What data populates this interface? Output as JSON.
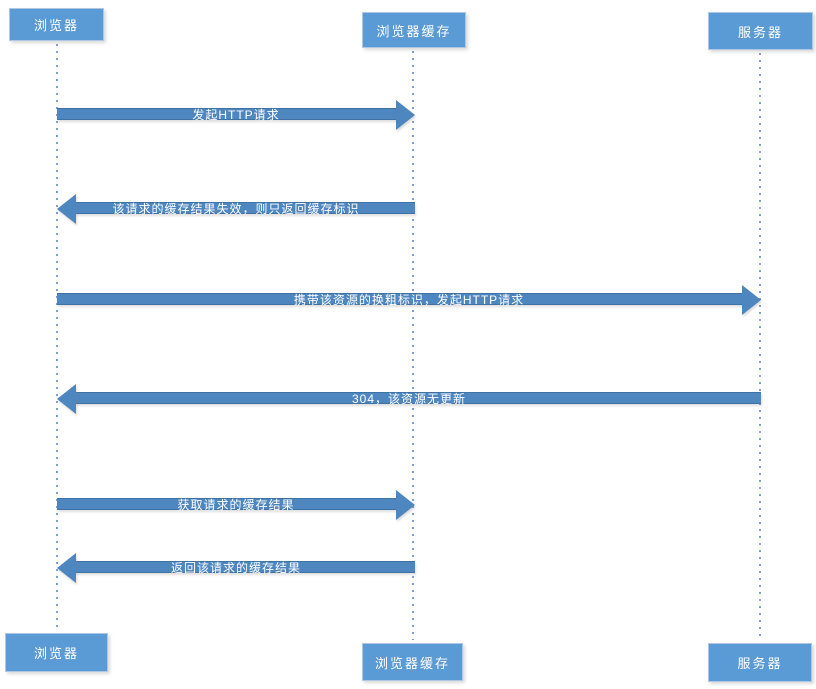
{
  "diagram": {
    "type": "sequence",
    "actors": [
      {
        "id": "browser",
        "label": "浏览器"
      },
      {
        "id": "browser-cache",
        "label": "浏览器缓存"
      },
      {
        "id": "server",
        "label": "服务器"
      }
    ],
    "messages": [
      {
        "from": "browser",
        "to": "browser-cache",
        "direction": "right",
        "label": "发起HTTP请求"
      },
      {
        "from": "browser-cache",
        "to": "browser",
        "direction": "left",
        "label": "该请求的缓存结果失效，则只返回缓存标识"
      },
      {
        "from": "browser",
        "to": "server",
        "direction": "right",
        "label": "携带该资源的换粗标识，发起HTTP请求"
      },
      {
        "from": "server",
        "to": "browser",
        "direction": "left",
        "label": "304，该资源无更新"
      },
      {
        "from": "browser",
        "to": "browser-cache",
        "direction": "right",
        "label": "获取请求的缓存结果"
      },
      {
        "from": "browser-cache",
        "to": "browser",
        "direction": "left",
        "label": "返回该请求的缓存结果"
      }
    ],
    "colors": {
      "actor_fill": "#5b9bd5",
      "actor_border": "#b0c7e4",
      "arrow_fill": "#4e86c0",
      "arrow_border": "#3f72a4",
      "lifeline_dot": "#7f9fd4",
      "label_text": "#ffffff",
      "background": "#ffffff"
    }
  }
}
